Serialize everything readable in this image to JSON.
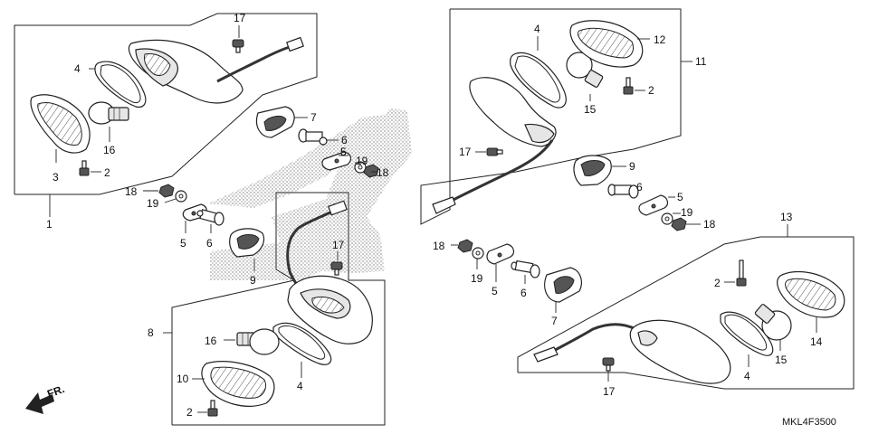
{
  "labels": {
    "n1": "1",
    "n2": "2",
    "n3": "3",
    "n4": "4",
    "n5": "5",
    "n6": "6",
    "n7": "7",
    "n8": "8",
    "n9": "9",
    "n10": "10",
    "n11": "11",
    "n12": "12",
    "n13": "13",
    "n14": "14",
    "n15": "15",
    "n16": "16",
    "n17": "17",
    "n18": "18",
    "n19": "19"
  },
  "fr_label": "FR.",
  "diagram_code": "MKL4F3500"
}
